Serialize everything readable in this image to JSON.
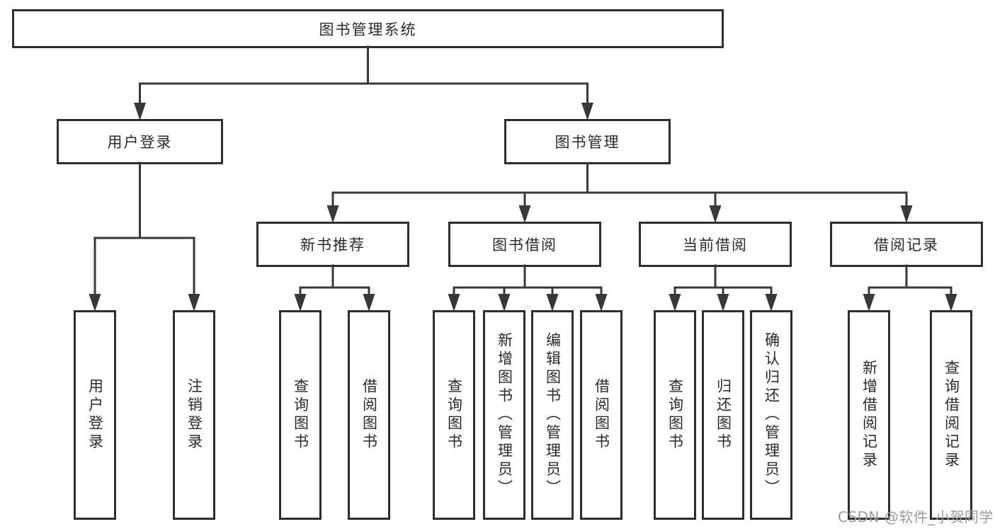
{
  "colors": {
    "background": "#ffffff",
    "box_border": "#2e2e2e",
    "connector_line": "#383838",
    "text": "#2a2a2a",
    "watermark": "#9b9b9b"
  },
  "watermark": {
    "text": "CSDN @软件_小贺同学"
  },
  "tree": {
    "label": "图书管理系统",
    "children": [
      {
        "label": "用户登录",
        "children": [
          {
            "label": "用户登录"
          },
          {
            "label": "注销登录"
          }
        ]
      },
      {
        "label": "图书管理",
        "children": [
          {
            "label": "新书推荐",
            "children": [
              {
                "label": "查询图书"
              },
              {
                "label": "借阅图书"
              }
            ]
          },
          {
            "label": "图书借阅",
            "children": [
              {
                "label": "查询图书"
              },
              {
                "label": "新增图书（管理员）"
              },
              {
                "label": "编辑图书（管理员）"
              },
              {
                "label": "借阅图书"
              }
            ]
          },
          {
            "label": "当前借阅",
            "children": [
              {
                "label": "查询图书"
              },
              {
                "label": "归还图书"
              },
              {
                "label": "确认归还（管理员）"
              }
            ]
          },
          {
            "label": "借阅记录",
            "children": [
              {
                "label": "新增借阅记录"
              },
              {
                "label": "查询借阅记录"
              }
            ]
          }
        ]
      }
    ]
  }
}
